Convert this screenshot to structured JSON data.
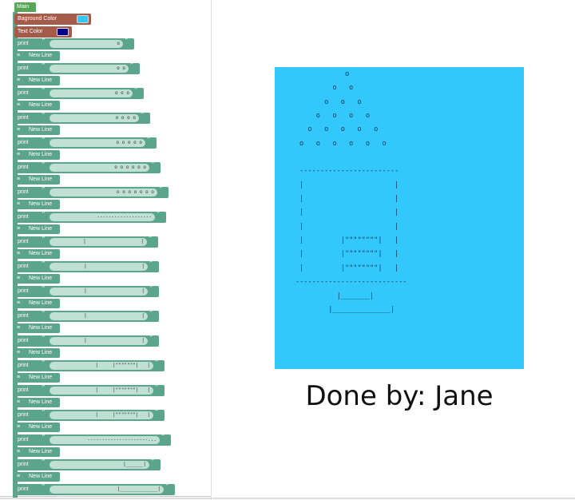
{
  "workspace": {
    "main_label": "Main",
    "background_label": "Baground Color",
    "background_color": "#33c8fb",
    "text_label": "Text Color",
    "text_color": "#00008b",
    "print_label": "print",
    "open_quote": "“",
    "close_quote": "”",
    "newline_label": "New Line",
    "print_values": [
      "o",
      "o o",
      "o o o",
      "o o o o",
      "o o o o o",
      "o o o o o o",
      "o o o o o o o",
      "-------------------",
      "|                   |",
      "|                   |",
      "|                   |",
      "|                   |",
      "|                   |",
      "|     |\"\"\"\"\"\"\"|   |",
      "|     |\"\"\"\"\"\"\"|   |",
      "|     |\"\"\"\"\"\"\"|   |",
      "---------------------...",
      "|______|",
      "|_____________|"
    ]
  },
  "output": {
    "lines": [
      "                 o",
      "              o   o",
      "            o   o   o",
      "          o   o   o   o",
      "        o   o   o   o   o",
      "      o   o   o   o   o   o",
      "",
      "      ------------------------",
      "      |                      |",
      "      |                      |",
      "      |                      |",
      "      |                      |",
      "      |         |\"\"\"\"\"\"\"\"|   |",
      "      |         |\"\"\"\"\"\"\"\"|   |",
      "      |         |\"\"\"\"\"\"\"\"|   |",
      "     ---------------------------",
      "               |_______|",
      "             |______________|"
    ],
    "caption": "Done by: Jane"
  }
}
